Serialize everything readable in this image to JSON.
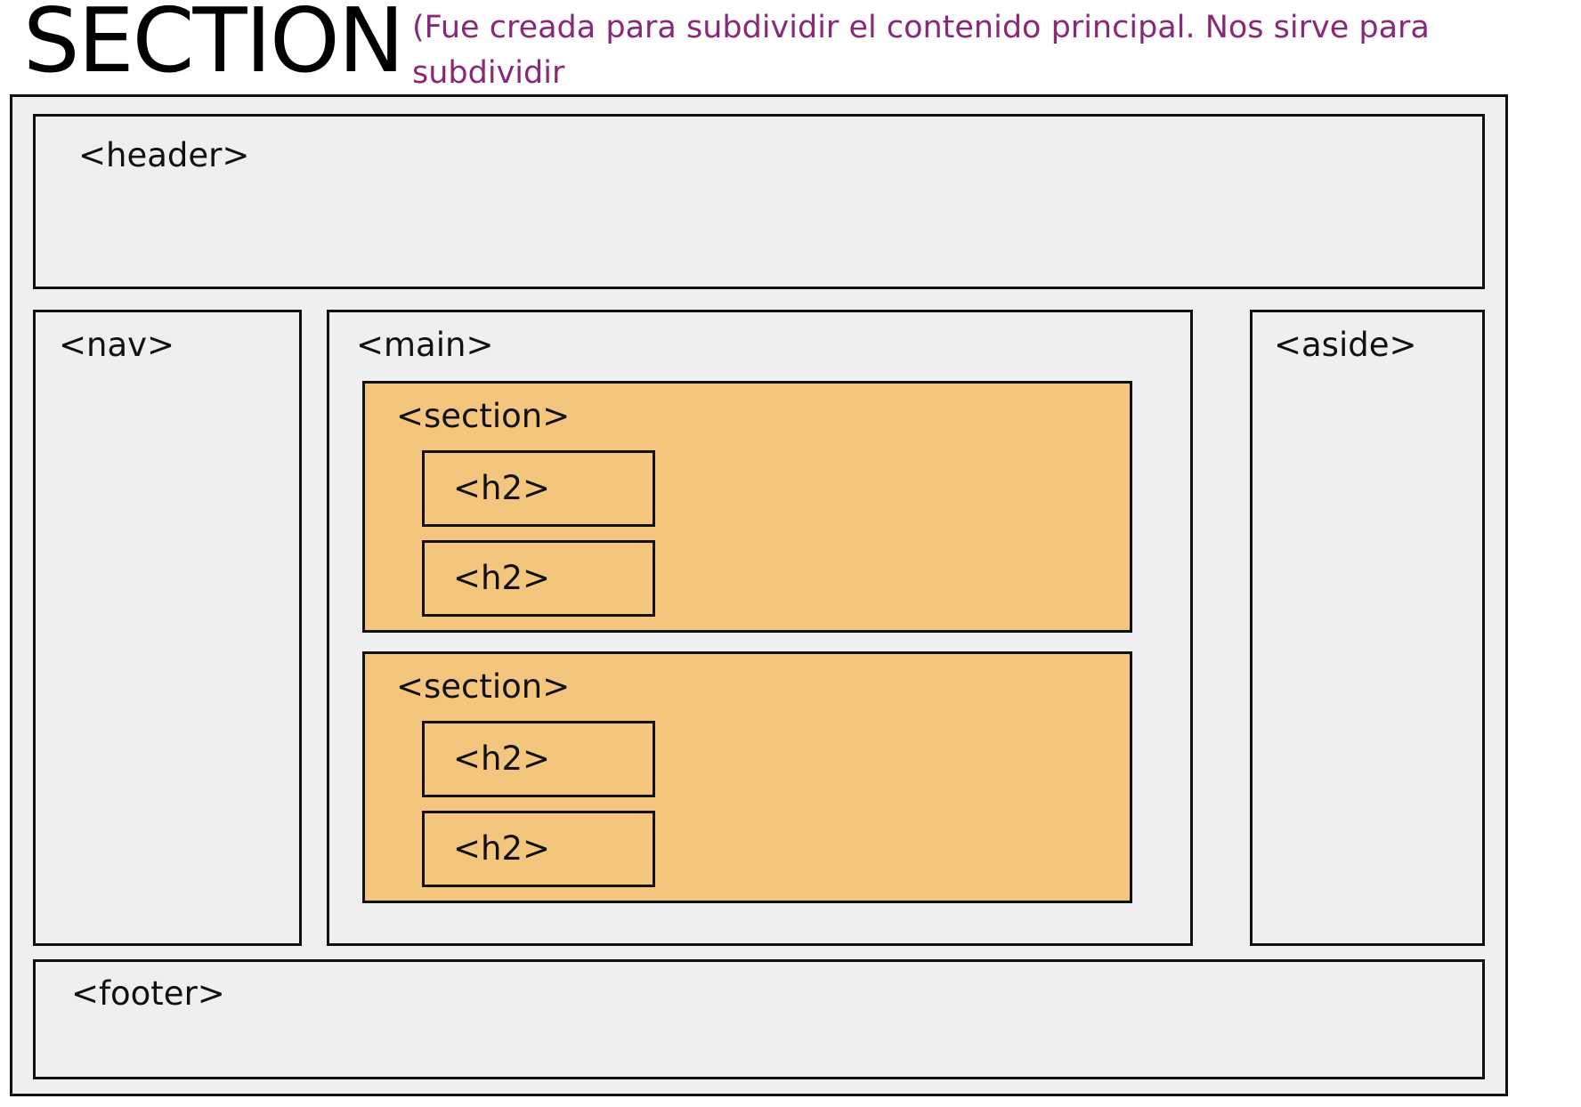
{
  "title": "SECTION",
  "subtitle": "(Fue creada para subdividir el contenido principal.  Nos sirve para subdividir\npartes de una unidad mayor)",
  "colors": {
    "subtitle": "#8a2878",
    "frame_fill": "#eeeff0",
    "section_fill": "#f4c67d",
    "border": "#111111"
  },
  "diagram": {
    "header": {
      "label": "<header>"
    },
    "nav": {
      "label": "<nav>"
    },
    "main": {
      "label": "<main>",
      "sections": [
        {
          "label": "<section>",
          "headings": [
            "<h2>",
            "<h2>"
          ]
        },
        {
          "label": "<section>",
          "headings": [
            "<h2>",
            "<h2>"
          ]
        }
      ]
    },
    "aside": {
      "label": "<aside>"
    },
    "footer": {
      "label": "<footer>"
    }
  }
}
